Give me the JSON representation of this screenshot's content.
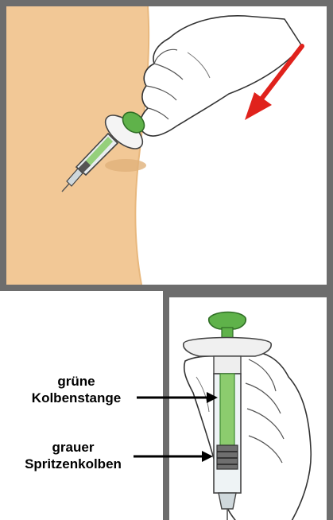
{
  "labels": {
    "plunger_rod": {
      "line1": "grüne",
      "line2": "Kolbenstange"
    },
    "syringe_plunger": {
      "line1": "grauer",
      "line2": "Spritzenkolben"
    }
  },
  "colors": {
    "frame": "#6d6d6d",
    "skin_body": "#f2c896",
    "plunger_green": "#5fb24a",
    "arrow_red": "#e0221c"
  },
  "icons": {
    "direction_arrow": "arrow-down-left-icon",
    "pointer_arrow": "arrow-right-icon"
  }
}
